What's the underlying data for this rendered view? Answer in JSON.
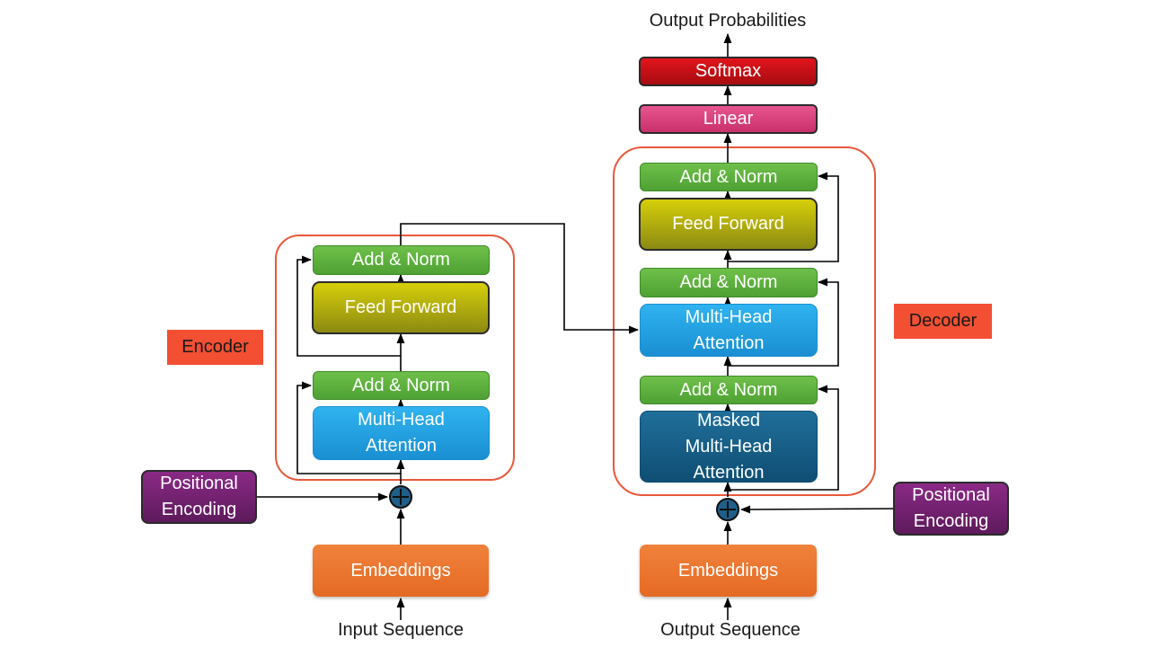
{
  "output_label": "Output Probabilities",
  "softmax": "Softmax",
  "linear": "Linear",
  "encoder": {
    "tag": "Encoder",
    "add_norm_top": "Add & Norm",
    "feed_forward": "Feed Forward",
    "add_norm_bottom": "Add & Norm",
    "attention": "Multi-Head\nAttention",
    "positional_encoding": "Positional\nEncoding",
    "embeddings": "Embeddings",
    "input_label": "Input Sequence"
  },
  "decoder": {
    "tag": "Decoder",
    "add_norm_top": "Add & Norm",
    "feed_forward": "Feed Forward",
    "add_norm_middle": "Add & Norm",
    "cross_attention": "Multi-Head\nAttention",
    "add_norm_bottom": "Add & Norm",
    "masked_attention": "Masked\nMulti-Head\nAttention",
    "positional_encoding": "Positional\nEncoding",
    "embeddings": "Embeddings",
    "output_label": "Output Sequence"
  },
  "colors": {
    "frame": "#e8583b",
    "tag": "#f24f33",
    "add_norm": "#5db23c",
    "feed_forward": "#b8b20e",
    "attention": "#1fa4e3",
    "masked_attention": "#135e89",
    "embeddings": "#ec7530",
    "linear": "#d63f7b",
    "softmax": "#c40f15",
    "positional_encoding": "#721f6f"
  }
}
